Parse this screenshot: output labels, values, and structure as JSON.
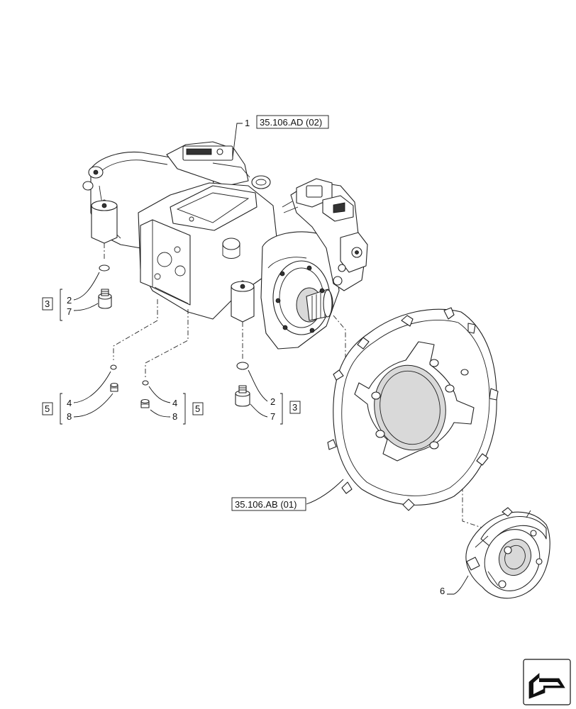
{
  "references": {
    "upper": "35.106.AD (02)",
    "flywheel": "35.106.AB (01)"
  },
  "callouts": {
    "item1": "1",
    "item2_left": "2",
    "item7_left": "7",
    "group3_left": "3",
    "item4_left": "4",
    "item8_left": "8",
    "group5_left": "5",
    "item4_mid": "4",
    "item8_mid": "8",
    "group5_mid": "5",
    "item2_right": "2",
    "item7_right": "7",
    "group3_right": "3",
    "item6": "6"
  },
  "icons": {
    "hydraulic_pump": "hydraulic-pump-assembly-icon",
    "flywheel_housing": "flywheel-housing-icon",
    "coupling": "flexible-coupling-icon",
    "o_ring": "o-ring-icon",
    "fitting": "fitting-icon",
    "plug": "plug-icon",
    "navigation": "navigation-arrow-icon"
  }
}
